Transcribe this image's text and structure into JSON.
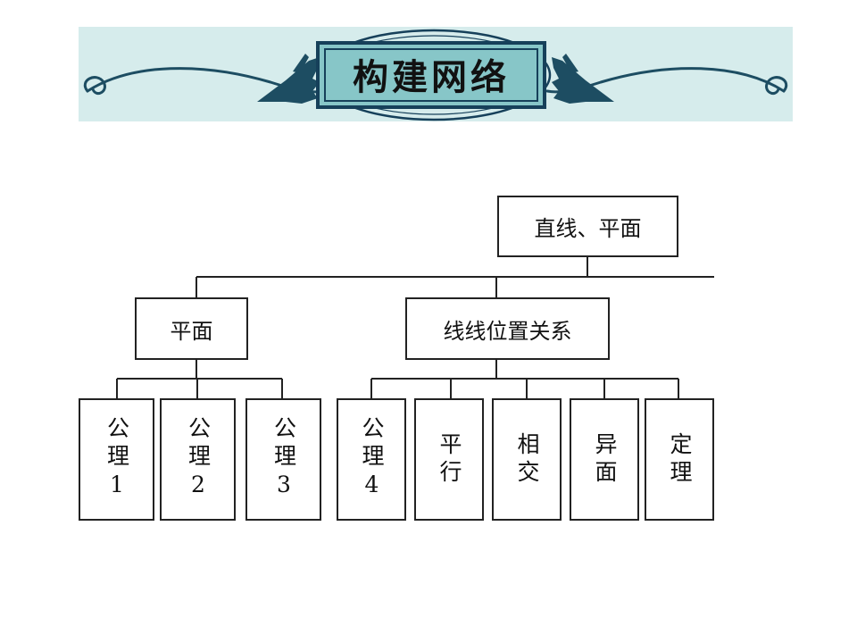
{
  "banner": {
    "title": "构建网络",
    "colors": {
      "band": "#d6ecec",
      "plate": "#87c6c8",
      "frame": "#16405a",
      "brush": "#1d4d62"
    }
  },
  "tree": {
    "root": "直线、平面",
    "branches": [
      {
        "label": "平面",
        "children": [
          "公理1",
          "公理2",
          "公理3"
        ]
      },
      {
        "label": "线线位置关系",
        "children": [
          "公理4",
          "平行",
          "相交",
          "异面",
          "定理"
        ]
      }
    ]
  }
}
